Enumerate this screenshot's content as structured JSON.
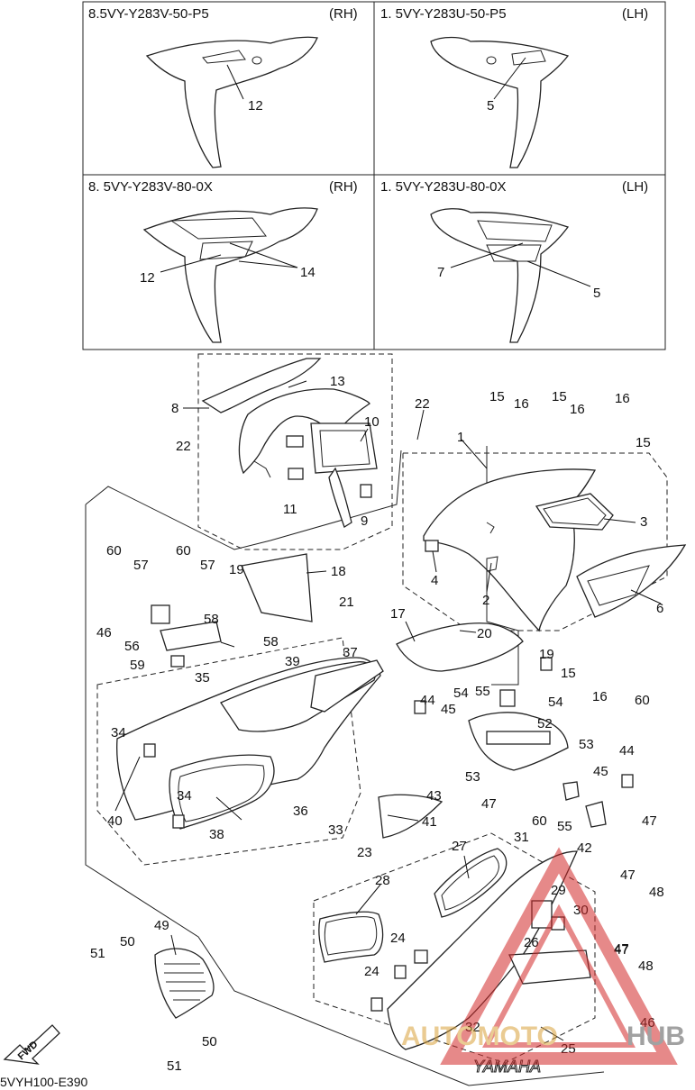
{
  "panels": [
    {
      "code": "8.5VY-Y283V-50-P5",
      "side": "(RH)"
    },
    {
      "code": "1. 5VY-Y283U-50-P5",
      "side": "(LH)"
    },
    {
      "code": "8. 5VY-Y283V-80-0X",
      "side": "(RH)"
    },
    {
      "code": "1. 5VY-Y283U-80-0X",
      "side": "(LH)"
    }
  ],
  "panel_callouts": [
    "12",
    "5",
    "12",
    "14",
    "7",
    "5"
  ],
  "callouts": [
    "13",
    "8",
    "10",
    "22",
    "11",
    "9",
    "22",
    "15",
    "16",
    "15",
    "16",
    "16",
    "15",
    "1",
    "3",
    "60",
    "57",
    "60",
    "57",
    "19",
    "18",
    "4",
    "2",
    "6",
    "56",
    "58",
    "21",
    "17",
    "20",
    "46",
    "59",
    "58",
    "39",
    "37",
    "19",
    "15",
    "35",
    "16",
    "34",
    "54",
    "55",
    "44",
    "45",
    "54",
    "60",
    "52",
    "53",
    "44",
    "45",
    "53",
    "47",
    "43",
    "34",
    "40",
    "36",
    "38",
    "33",
    "41",
    "47",
    "55",
    "60",
    "42",
    "47",
    "23",
    "31",
    "27",
    "28",
    "29",
    "30",
    "47",
    "48",
    "26",
    "49",
    "51",
    "50",
    "24",
    "47",
    "48",
    "24",
    "46",
    "32",
    "25",
    "50",
    "51"
  ],
  "footer": {
    "diagram_code": "5VYH100-E390",
    "fwd_label": "FWD",
    "brand_label": "YAMAHA"
  },
  "watermark": {
    "text_red": "AUTOMOTO",
    "text_gray": "HUB"
  }
}
